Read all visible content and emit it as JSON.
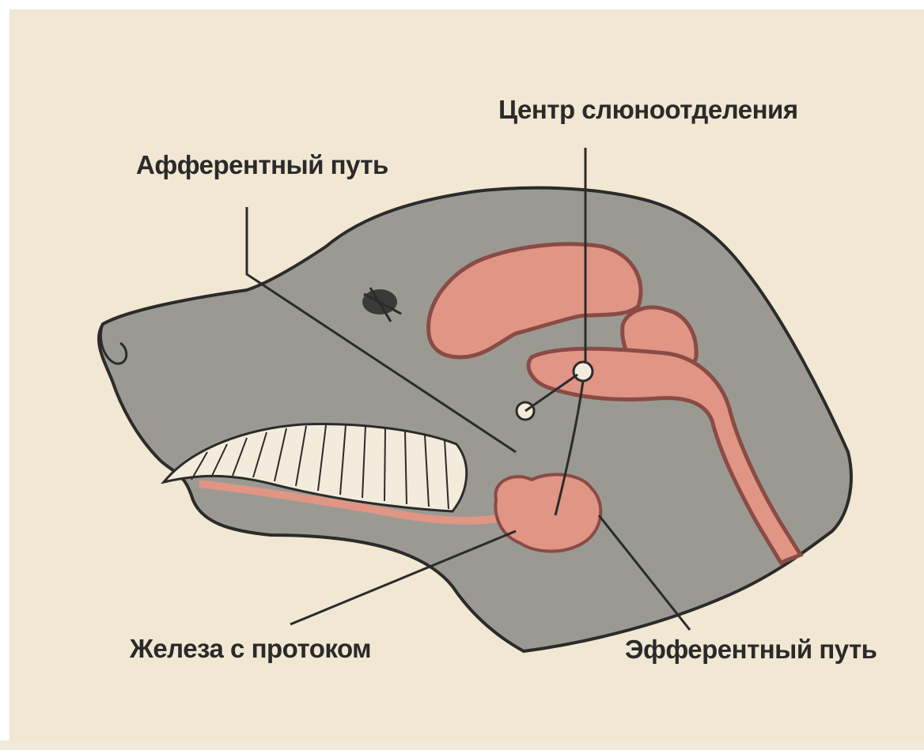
{
  "labels": {
    "salivation_center": "Центр слюноотделения",
    "afferent_path": "Афферентный путь",
    "gland_with_duct": "Железа с протоком",
    "efferent_path": "Эфферентный путь"
  },
  "colors": {
    "paper": "#f1e7d2",
    "head_gray": "#9a9a93",
    "outline": "#2b2b2b",
    "brain_pink": "#e09585",
    "brain_border": "#8a4b45",
    "teeth": "#f3ecdc"
  }
}
